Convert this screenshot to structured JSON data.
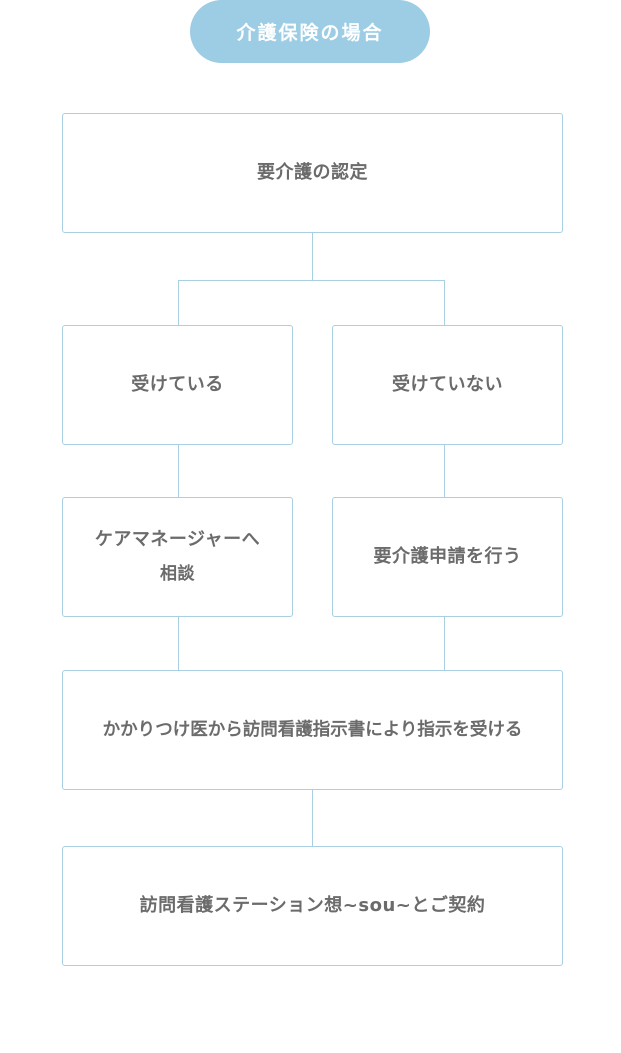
{
  "header": {
    "title": "介護保険の場合"
  },
  "flow": {
    "certification": "要介護の認定",
    "received": "受けている",
    "not_received": "受けていない",
    "consult_line1": "ケアマネージャーへ",
    "consult_line2": "相談",
    "apply": "要介護申請を行う",
    "instruction": "かかりつけ医から訪問看護指示書により指示を受ける",
    "contract": "訪問看護ステーション想~sou~とご契約"
  },
  "colors": {
    "pill_background": "#9ccde4",
    "border": "#a9d0e2",
    "text": "#6b6b6b"
  }
}
